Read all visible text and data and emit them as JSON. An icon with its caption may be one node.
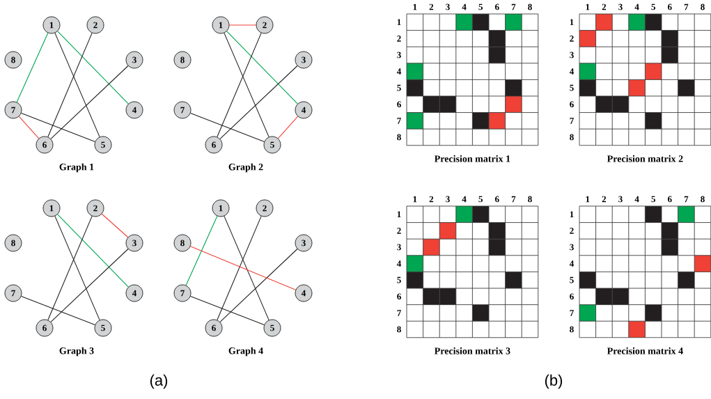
{
  "diagram": {
    "nodes": [
      {
        "text": [
          "1"
        ]
      },
      {
        "text": [
          "2"
        ]
      },
      {
        "text": [
          "3"
        ]
      },
      {
        "text": [
          "4"
        ]
      },
      {
        "text": [
          "5"
        ]
      },
      {
        "text": [
          "6"
        ]
      },
      {
        "text": [
          "7"
        ]
      },
      {
        "text": [
          "8"
        ]
      },
      {
        "text": [
          "1"
        ]
      },
      {
        "text": [
          "2"
        ]
      },
      {
        "text": [
          "3"
        ]
      },
      {
        "text": [
          "4"
        ]
      },
      {
        "text": [
          "5"
        ]
      },
      {
        "text": [
          "6"
        ]
      },
      {
        "text": [
          "7"
        ]
      },
      {
        "text": [
          "8"
        ]
      },
      {
        "text": [
          "1"
        ]
      },
      {
        "text": [
          "2"
        ]
      },
      {
        "text": [
          "3"
        ]
      },
      {
        "text": [
          "4"
        ]
      },
      {
        "text": [
          "5"
        ]
      },
      {
        "text": [
          "6"
        ]
      },
      {
        "text": [
          "7"
        ]
      },
      {
        "text": [
          "8"
        ]
      },
      {
        "text": [
          "1"
        ]
      },
      {
        "text": [
          "2"
        ]
      },
      {
        "text": [
          "3"
        ]
      },
      {
        "text": [
          "4"
        ]
      },
      {
        "text": [
          "5"
        ]
      },
      {
        "text": [
          "6"
        ]
      },
      {
        "text": [
          "7"
        ]
      },
      {
        "text": [
          "8"
        ]
      }
    ],
    "edges": [
      {
        "from": 0,
        "to": 6,
        "arrow": "none",
        "color": "#00a651"
      },
      {
        "from": 0,
        "to": 3,
        "arrow": "none",
        "color": "#00a651"
      },
      {
        "from": 0,
        "to": 4,
        "arrow": "none"
      },
      {
        "from": 1,
        "to": 5,
        "arrow": "none"
      },
      {
        "from": 2,
        "to": 5,
        "arrow": "none"
      },
      {
        "from": 6,
        "to": 4,
        "arrow": "none"
      },
      {
        "from": 6,
        "to": 5,
        "arrow": "none",
        "color": "#ef4136"
      },
      {
        "from": 8,
        "to": 9,
        "arrow": "none",
        "color": "#ef4136"
      },
      {
        "from": 8,
        "to": 11,
        "arrow": "none",
        "color": "#00a651"
      },
      {
        "from": 8,
        "to": 12,
        "arrow": "none"
      },
      {
        "from": 9,
        "to": 13,
        "arrow": "none"
      },
      {
        "from": 10,
        "to": 13,
        "arrow": "none"
      },
      {
        "from": 14,
        "to": 12,
        "arrow": "none"
      },
      {
        "from": 11,
        "to": 12,
        "arrow": "none",
        "color": "#ef4136"
      },
      {
        "from": 16,
        "to": 19,
        "arrow": "none",
        "color": "#00a651"
      },
      {
        "from": 16,
        "to": 20,
        "arrow": "none"
      },
      {
        "from": 17,
        "to": 21,
        "arrow": "none"
      },
      {
        "from": 17,
        "to": 18,
        "arrow": "none",
        "color": "#ef4136"
      },
      {
        "from": 18,
        "to": 21,
        "arrow": "none"
      },
      {
        "from": 22,
        "to": 20,
        "arrow": "none"
      },
      {
        "from": 24,
        "to": 30,
        "arrow": "none",
        "color": "#00a651"
      },
      {
        "from": 24,
        "to": 28,
        "arrow": "none"
      },
      {
        "from": 25,
        "to": 29,
        "arrow": "none"
      },
      {
        "from": 26,
        "to": 29,
        "arrow": "none"
      },
      {
        "from": 31,
        "to": 27,
        "arrow": "none",
        "color": "#ef4136"
      },
      {
        "from": 30,
        "to": 28,
        "arrow": "none"
      }
    ],
    "labels": [
      "Graph 1",
      "Graph 2",
      "1",
      "2",
      "3",
      "4",
      "5",
      "6",
      "7",
      "8",
      "1",
      "2",
      "3",
      "4",
      "5",
      "6",
      "7",
      "8",
      "Precision matrix 1",
      "1",
      "2",
      "3",
      "4",
      "5",
      "6",
      "7",
      "8",
      "1",
      "2",
      "3",
      "4",
      "5",
      "6",
      "7",
      "8",
      "Precision matrix 2",
      "Graph 3",
      "Graph 4",
      "1",
      "2",
      "3",
      "4",
      "5",
      "6",
      "7",
      "8",
      "1",
      "2",
      "3",
      "4",
      "5",
      "6",
      "7",
      "8",
      "Precision matrix 3",
      "1",
      "2",
      "3",
      "4",
      "5",
      "6",
      "7",
      "8",
      "1",
      "2",
      "3",
      "4",
      "5",
      "6",
      "7",
      "8",
      "Precision matrix 4",
      "(a)",
      "(b)"
    ]
  }
}
